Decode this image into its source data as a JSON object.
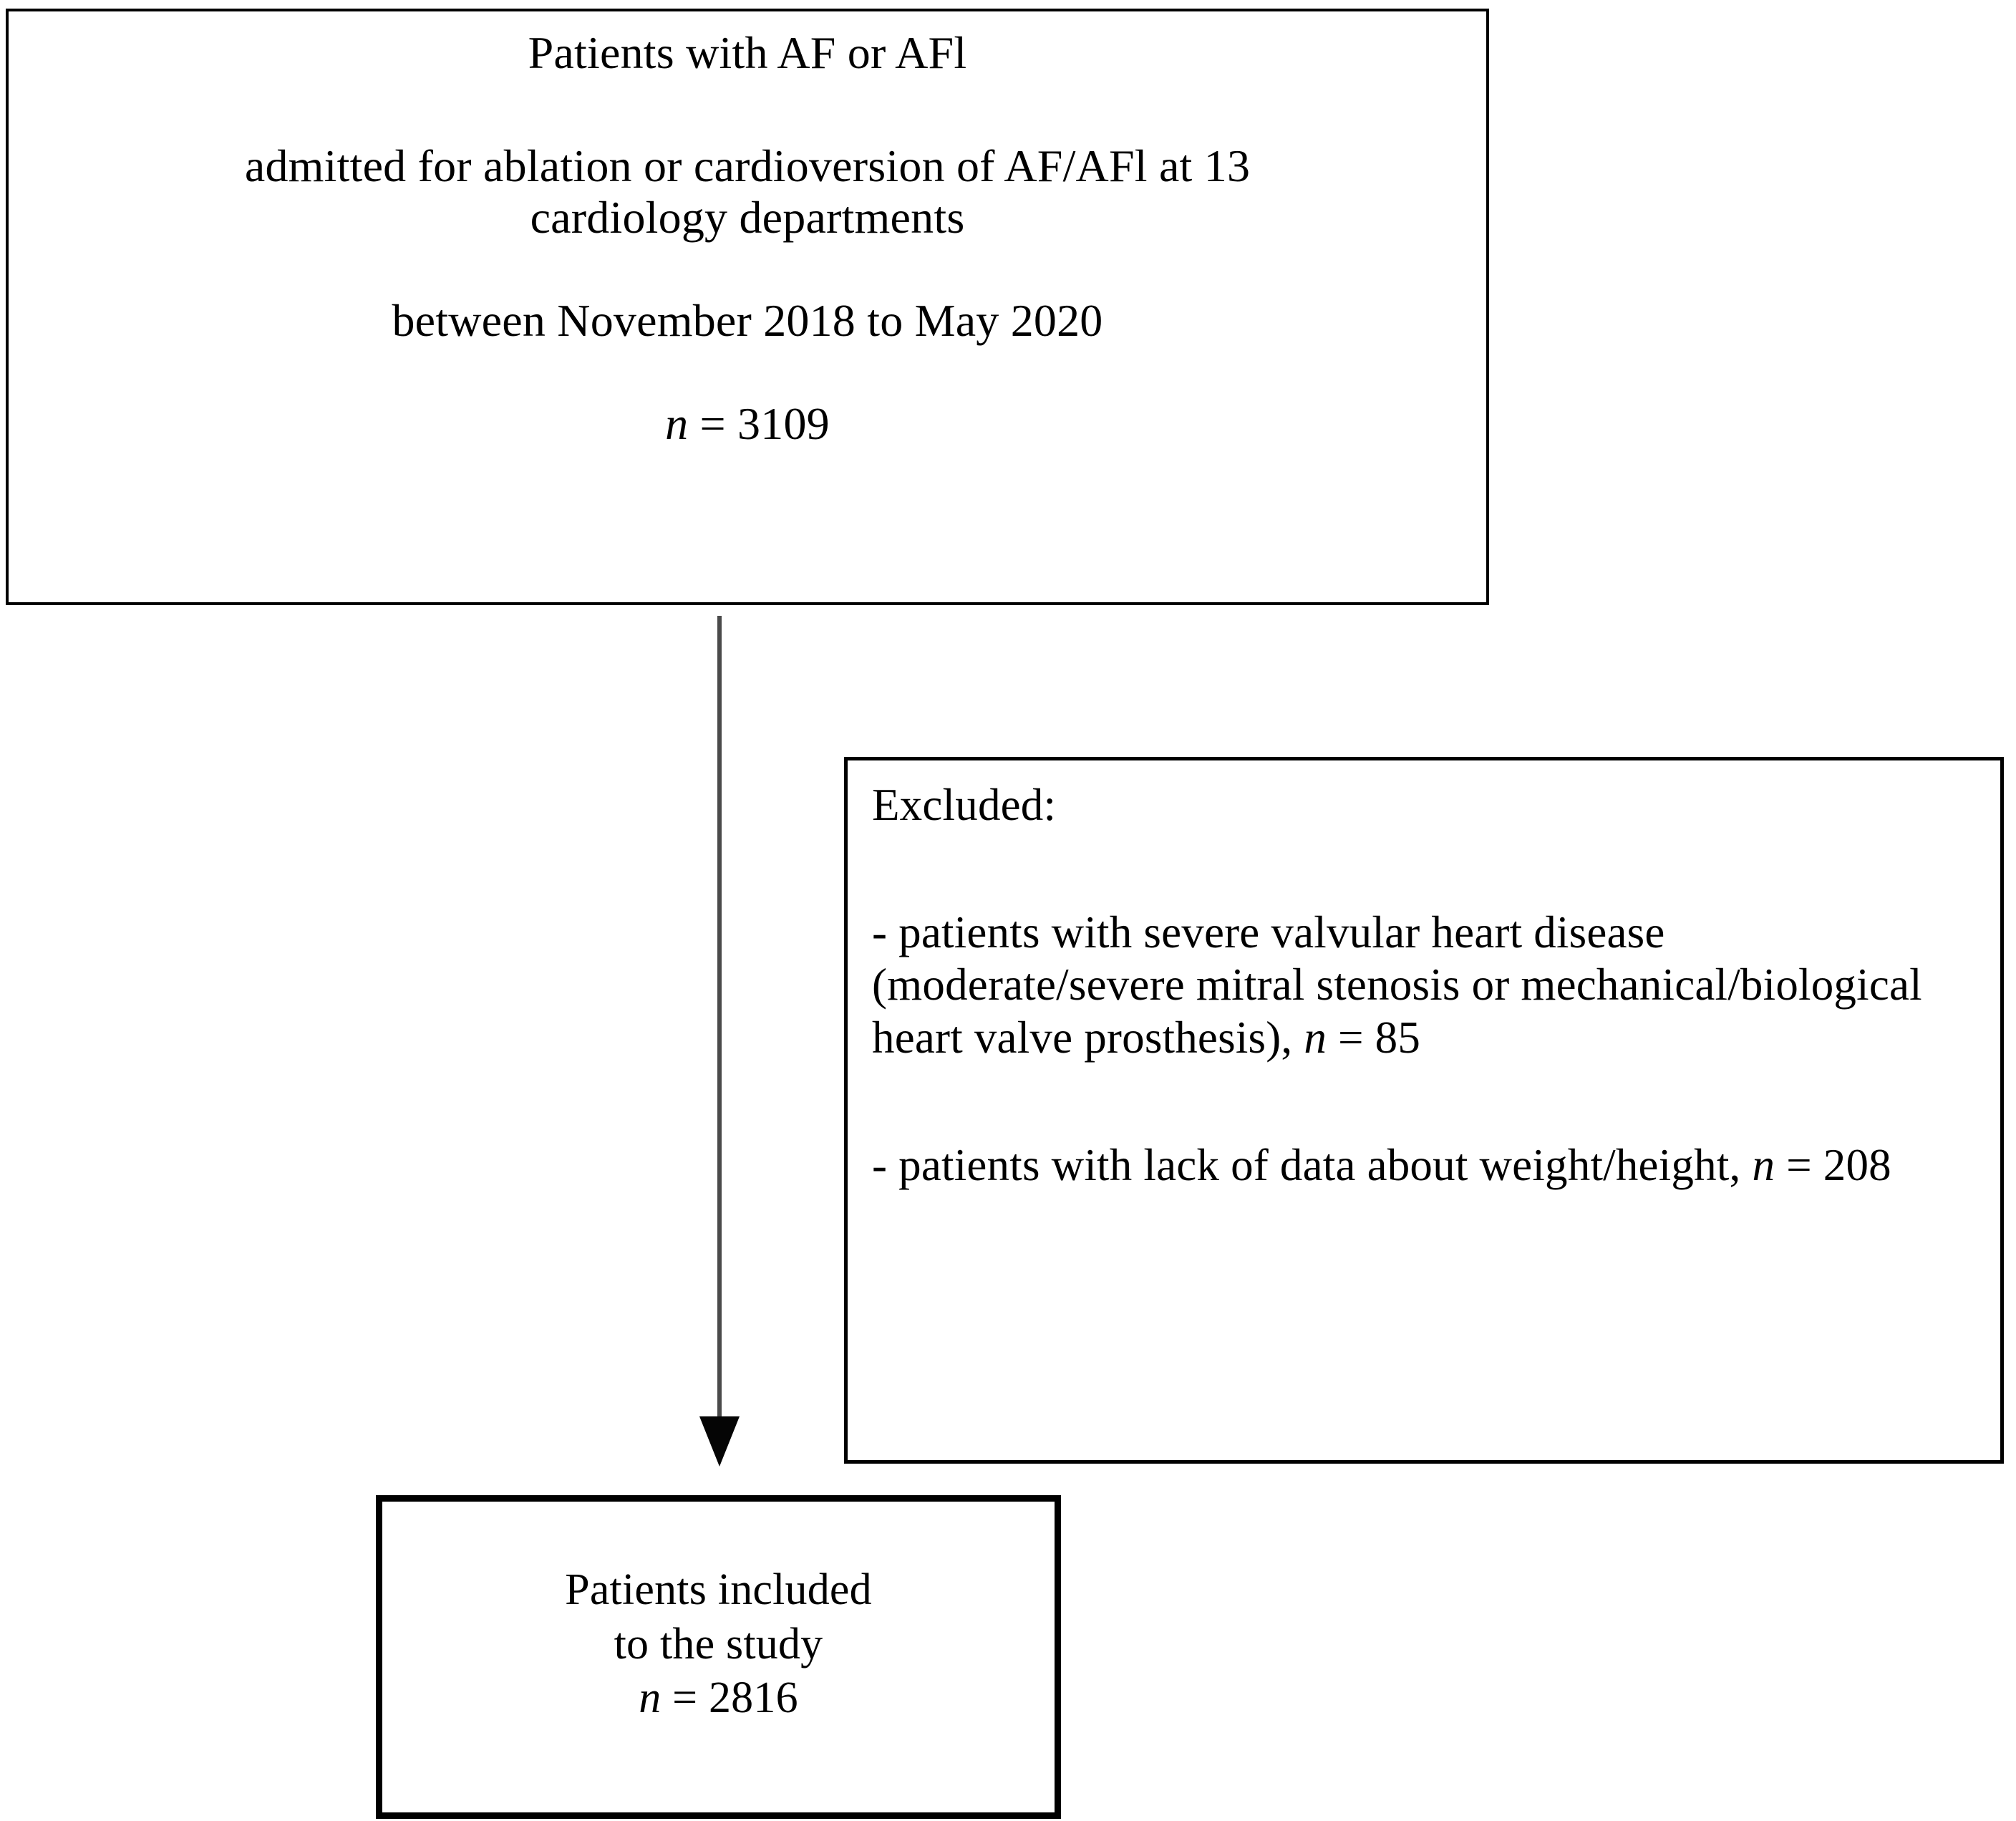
{
  "diagram": {
    "title": "Study participant flow diagram",
    "colors": {
      "background": "#ffffff",
      "stroke": "#000000",
      "connector": "#4a4a4a"
    },
    "boxes": {
      "enrollment": {
        "name": "enrollment-box",
        "line1": "Patients with AF or AFl",
        "line2": "admitted for ablation or cardioversion of AF/AFl at 13",
        "line3": "cardiology departments",
        "line4": "between November 2018 to May 2020",
        "count_prefix": "n",
        "count_equals": "=",
        "count_value": "3109"
      },
      "excluded": {
        "name": "excluded-box",
        "heading": "Excluded:",
        "item1_text": "- patients with severe valvular heart disease (moderate/severe mitral stenosis or mechanical/biological heart valve prosthesis),",
        "item1_n": "n",
        "item1_equals": "=",
        "item1_value": "85",
        "item2_text": "- patients with lack of data about weight/height,",
        "item2_n": "n",
        "item2_equals": "=",
        "item2_value": "208"
      },
      "included": {
        "name": "included-box",
        "line1": "Patients included",
        "line2": "to the study",
        "count_prefix": "n",
        "count_equals": "=",
        "count_value": "2816"
      }
    },
    "connector": {
      "name": "downward-arrow",
      "description": "vertical line with downward arrowhead from enrollment box to included box"
    }
  }
}
